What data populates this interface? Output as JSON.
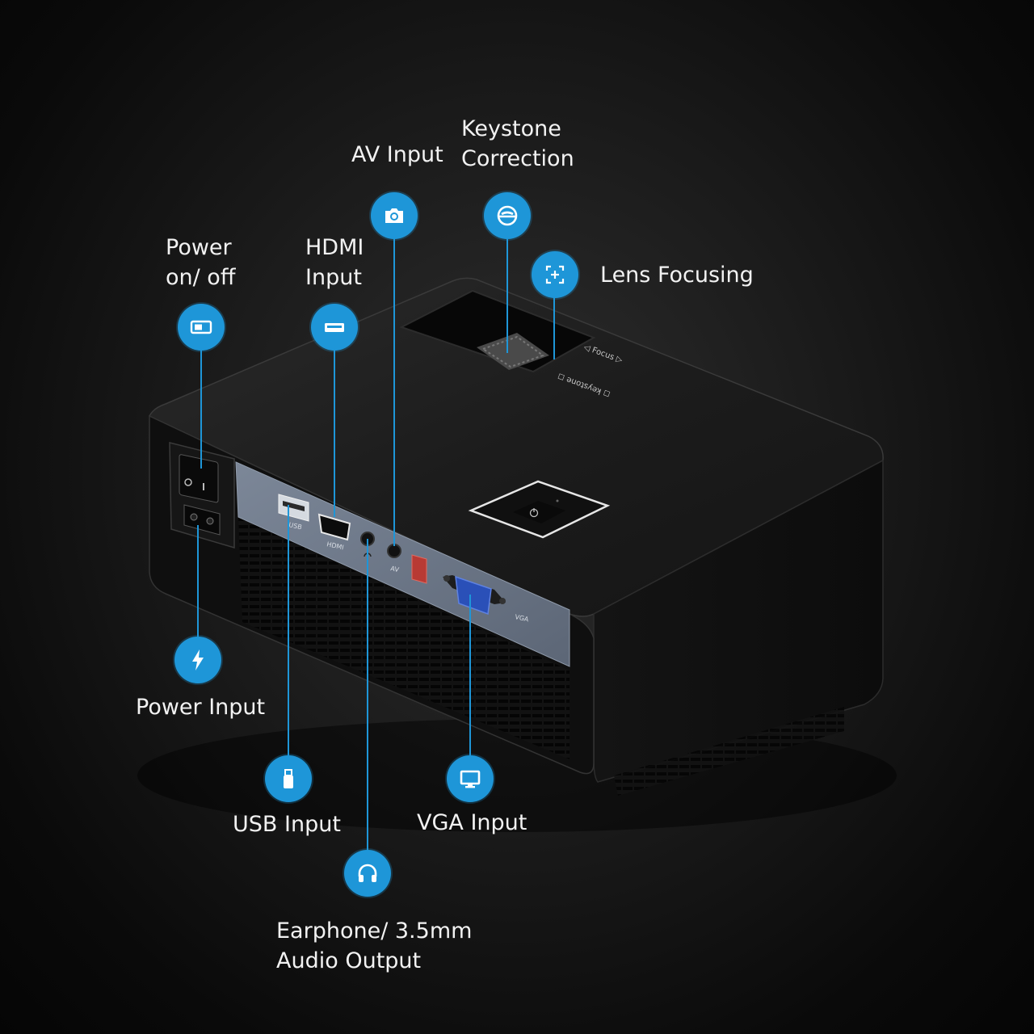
{
  "callouts": {
    "power_switch": {
      "label": "Power\non/ off",
      "icon": "toggle-switch-icon"
    },
    "hdmi": {
      "label": "HDMI\nInput",
      "icon": "hdmi-port-icon"
    },
    "av": {
      "label": "AV Input",
      "icon": "camera-icon"
    },
    "keystone": {
      "label": "Keystone\nCorrection",
      "icon": "keystone-knob-icon"
    },
    "lens_focus": {
      "label": "Lens Focusing",
      "icon": "focus-frame-icon"
    },
    "power_input": {
      "label": "Power Input",
      "icon": "lightning-bolt-icon"
    },
    "usb": {
      "label": "USB Input",
      "icon": "usb-stick-icon"
    },
    "vga": {
      "label": "VGA Input",
      "icon": "monitor-icon"
    },
    "earphone": {
      "label": "Earphone/ 3.5mm\nAudio Output",
      "icon": "headphones-icon"
    }
  },
  "device": {
    "port_labels": {
      "usb": "USB",
      "hdmi": "HDMI",
      "av": "AV",
      "vga": "VGA"
    },
    "top_markings": {
      "focus": "◁ Focus ▷",
      "keystone": "◻ keystone ◻"
    }
  },
  "colors": {
    "accent": "#1e96d8",
    "background": "#111111",
    "label": "#f2f2f2",
    "vga_port": "#2a50b8",
    "port_panel": "#6f7a8a"
  }
}
